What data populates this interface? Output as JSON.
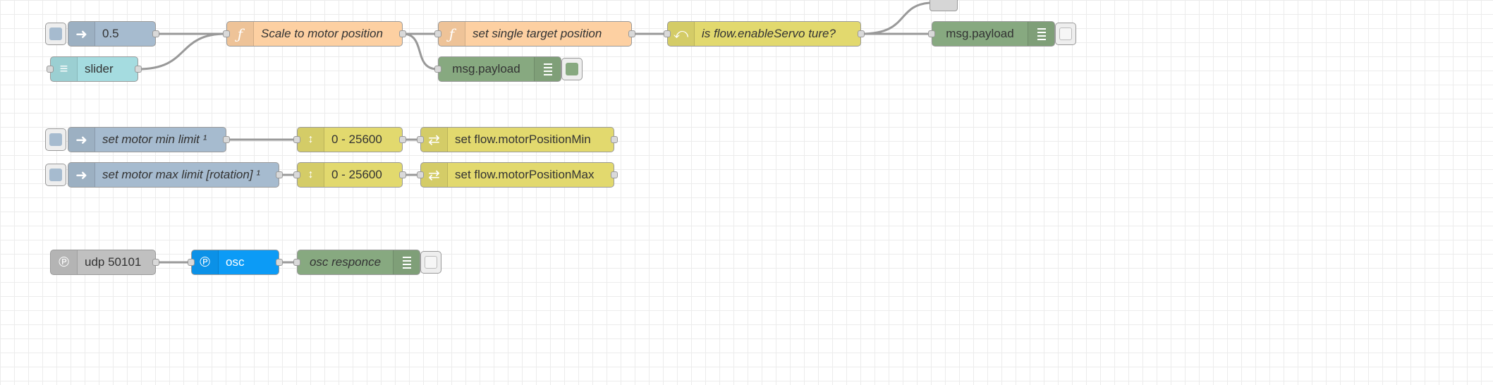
{
  "nodes": {
    "inject_value": {
      "label": "0.5",
      "icon": "arrow-right-icon"
    },
    "slider": {
      "label": "slider",
      "icon": "sliders-icon"
    },
    "scale_func": {
      "label": "Scale to motor position",
      "icon": "function-icon"
    },
    "set_target_func": {
      "label": "set single target position",
      "icon": "function-icon"
    },
    "switch_servo": {
      "label": "is flow.enableServo ture?",
      "icon": "switch-icon"
    },
    "debug_payload_main": {
      "label": "msg.payload",
      "icon": "debug-list-icon"
    },
    "debug_payload_scale": {
      "label": "msg.payload",
      "icon": "debug-list-icon"
    },
    "inject_min": {
      "label": "set motor min limit ¹",
      "icon": "arrow-right-icon"
    },
    "range_min": {
      "label": "0 - 25600",
      "icon": "range-icon"
    },
    "change_min": {
      "label": "set flow.motorPositionMin",
      "icon": "shuffle-icon"
    },
    "inject_max": {
      "label": "set motor max limit [rotation] ¹",
      "icon": "arrow-right-icon"
    },
    "range_max": {
      "label": "0 - 25600",
      "icon": "range-icon"
    },
    "change_max": {
      "label": "set flow.motorPositionMax",
      "icon": "shuffle-icon"
    },
    "udp_in": {
      "label": "udp 50101",
      "icon": "wireless-icon"
    },
    "osc": {
      "label": "osc",
      "icon": "wireless-icon"
    },
    "debug_osc": {
      "label": "osc responce",
      "icon": "debug-list-icon"
    }
  },
  "colors": {
    "inject": "#a6bbcf",
    "function": "#fdd0a2",
    "switch": "#e2d96e",
    "debug": "#87a980",
    "ui": "#a5dce0",
    "udp": "#c0c0c0",
    "osc": "#0c9bf6",
    "wire": "#999999"
  }
}
